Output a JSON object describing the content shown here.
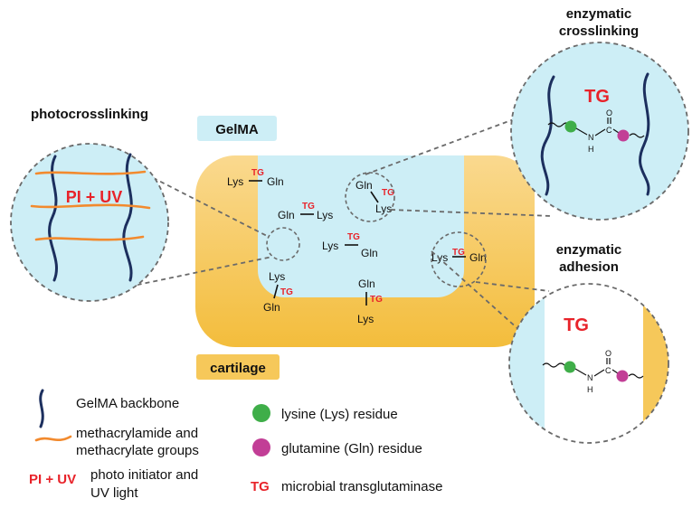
{
  "colors": {
    "gel": "#cdeef6",
    "cartilage": "#f6c85a",
    "backbone": "#1c2f5e",
    "methacryl": "#f28a2e",
    "lysine": "#3fae49",
    "glutamine": "#c23e96",
    "red": "#e8232a",
    "dash": "#6a6a6a"
  },
  "labels": {
    "gelma": "GelMA",
    "cartilage": "cartilage",
    "photocrosslinking": "photocrosslinking",
    "enzymatic_crosslinking_1": "enzymatic",
    "enzymatic_crosslinking_2": "crosslinking",
    "enzymatic_adhesion_1": "enzymatic",
    "enzymatic_adhesion_2": "adhesion",
    "pi_uv": "PI + UV",
    "tg": "TG"
  },
  "bonds": [
    {
      "a": "Lys",
      "b": "Gln",
      "tg": "TG"
    },
    {
      "a": "Gln",
      "b": "Lys",
      "tg": "TG"
    },
    {
      "a": "Gln",
      "b": "Lys",
      "tg": "TG"
    },
    {
      "a": "Lys",
      "b": "Gln",
      "tg": "TG"
    },
    {
      "a": "Lys",
      "b": "Gln",
      "tg": "TG"
    },
    {
      "a": "Lys",
      "b": "Gln",
      "tg": "TG"
    },
    {
      "a": "Gln",
      "b": "Lys",
      "tg": "TG"
    }
  ],
  "amide": {
    "n": "N",
    "h": "H",
    "c": "C",
    "o": "O"
  },
  "legend": {
    "backbone": "GelMA backbone",
    "methacryl_1": "methacrylamide and",
    "methacryl_2": "methacrylate groups",
    "pi_uv_key": "PI + UV",
    "pi_uv_1": "photo initiator and",
    "pi_uv_2": "UV light",
    "lysine": "lysine (Lys) residue",
    "glutamine": "glutamine (Gln) residue",
    "tg_key": "TG",
    "tg": "microbial transglutaminase"
  }
}
